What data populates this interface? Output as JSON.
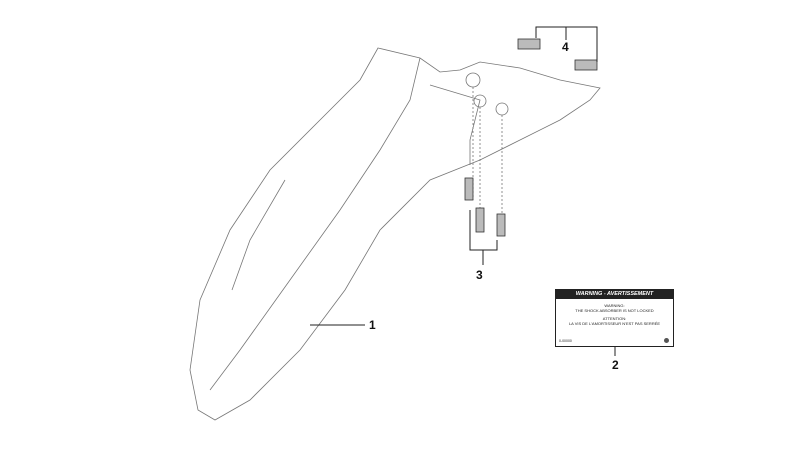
{
  "callouts": {
    "fender": "1",
    "label": "2",
    "screws": "3",
    "bolts": "4"
  },
  "warning_label": {
    "header": "WARNING - AVERTISSEMENT",
    "line1": "WARNING:",
    "line2": "THE SHOCK ABSORBER IS NOT LOCKED",
    "line3": "ATTENTION:",
    "line4": "LA VIS DE L'AMORTISSEUR N'EST PAS SERRÉE",
    "code": "0-00000"
  }
}
